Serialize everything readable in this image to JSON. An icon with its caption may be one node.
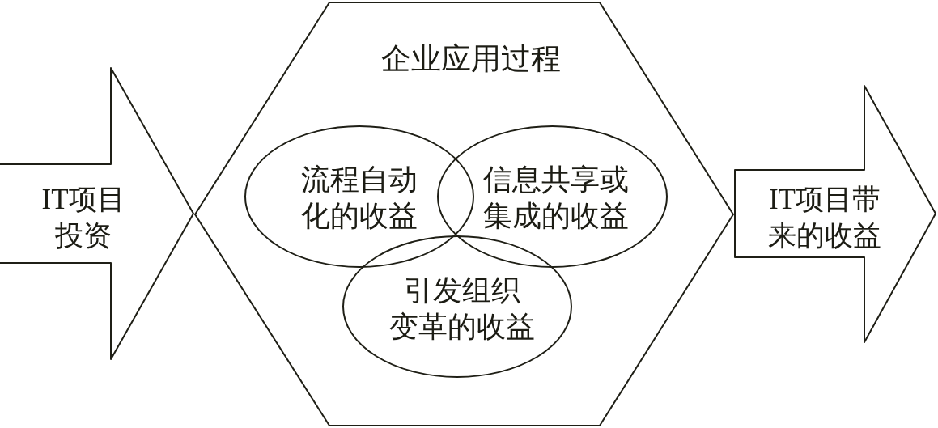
{
  "diagram": {
    "nodes": [
      {
        "text": [
          "IT项目投资"
        ]
      },
      {
        "text": [
          "企业应用过程"
        ]
      },
      {
        "text": [
          "流程自动化的收益"
        ],
        "in": 1
      },
      {
        "text": [
          "信息共享或集成的收益"
        ],
        "in": 1
      },
      {
        "text": [
          "引发组织变革的收益"
        ],
        "in": 1
      },
      {
        "text": [
          "IT项目带来的收益"
        ]
      }
    ]
  }
}
